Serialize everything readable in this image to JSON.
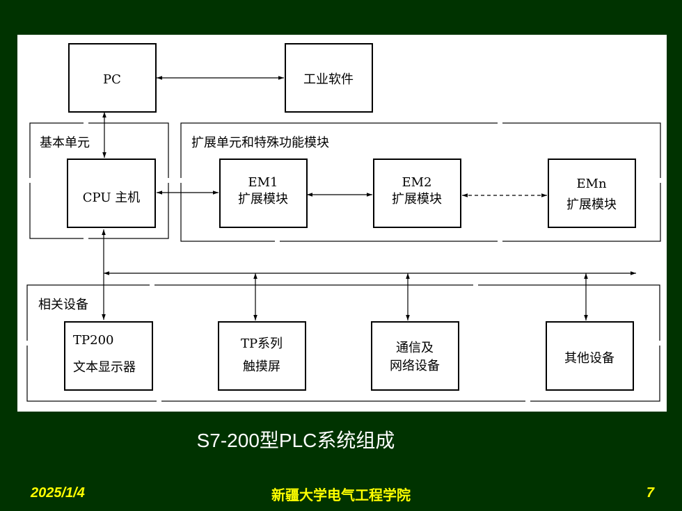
{
  "diagram": {
    "pc": "PC",
    "software": "工业软件",
    "basic_unit": "基本单元",
    "cpu": "CPU 主机",
    "expansion_group": "扩展单元和特殊功能模块",
    "em1": {
      "line1": "EM1",
      "line2": "扩展模块"
    },
    "em2": {
      "line1": "EM2",
      "line2": "扩展模块"
    },
    "emn": {
      "line1": "EMn",
      "line2": "扩展模块"
    },
    "related_group": "相关设备",
    "tp200": {
      "line1": "TP200",
      "line2": "文本显示器"
    },
    "tp_series": {
      "line1": "TP系列",
      "line2": "触摸屏"
    },
    "comm": {
      "line1": "通信及",
      "line2": "网络设备"
    },
    "other": "其他设备"
  },
  "caption": "S7-200型PLC系统组成",
  "footer": {
    "date": "2025/1/4",
    "org": "新疆大学电气工程学院",
    "page": "7"
  }
}
